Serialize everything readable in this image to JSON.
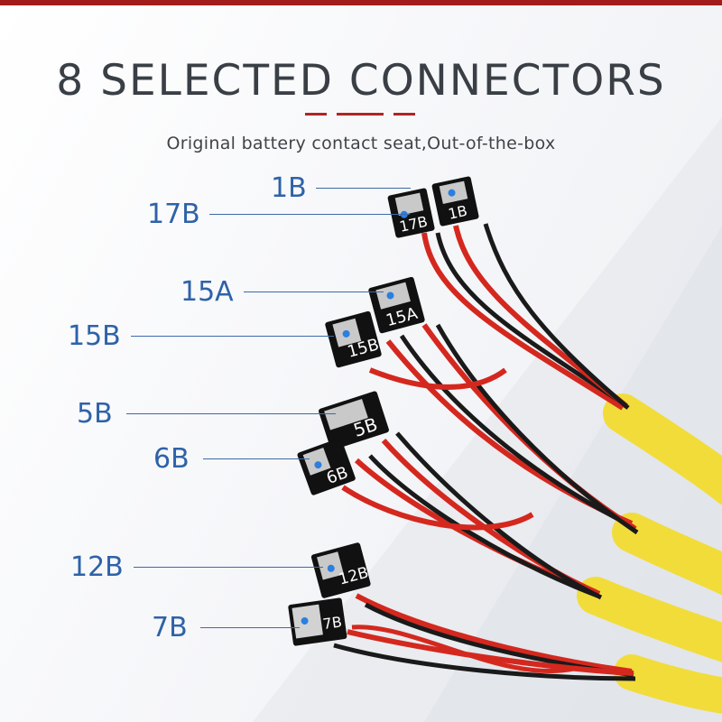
{
  "header": {
    "title": "8 SELECTED CONNECTORS",
    "subtitle": "Original battery contact seat,Out-of-the-box"
  },
  "connectors": [
    {
      "id": "1B",
      "label": "1B"
    },
    {
      "id": "17B",
      "label": "17B"
    },
    {
      "id": "15A",
      "label": "15A"
    },
    {
      "id": "15B",
      "label": "15B"
    },
    {
      "id": "5B",
      "label": "5B"
    },
    {
      "id": "6B",
      "label": "6B"
    },
    {
      "id": "12B",
      "label": "12B"
    },
    {
      "id": "7B",
      "label": "7B"
    }
  ],
  "colors": {
    "accent_red": "#b12424",
    "label_blue": "#2e62a8",
    "wire_red": "#d4281f",
    "wire_black": "#1a1a1a",
    "sleeve_yellow": "#f2dc3a",
    "board_black": "#111111"
  }
}
